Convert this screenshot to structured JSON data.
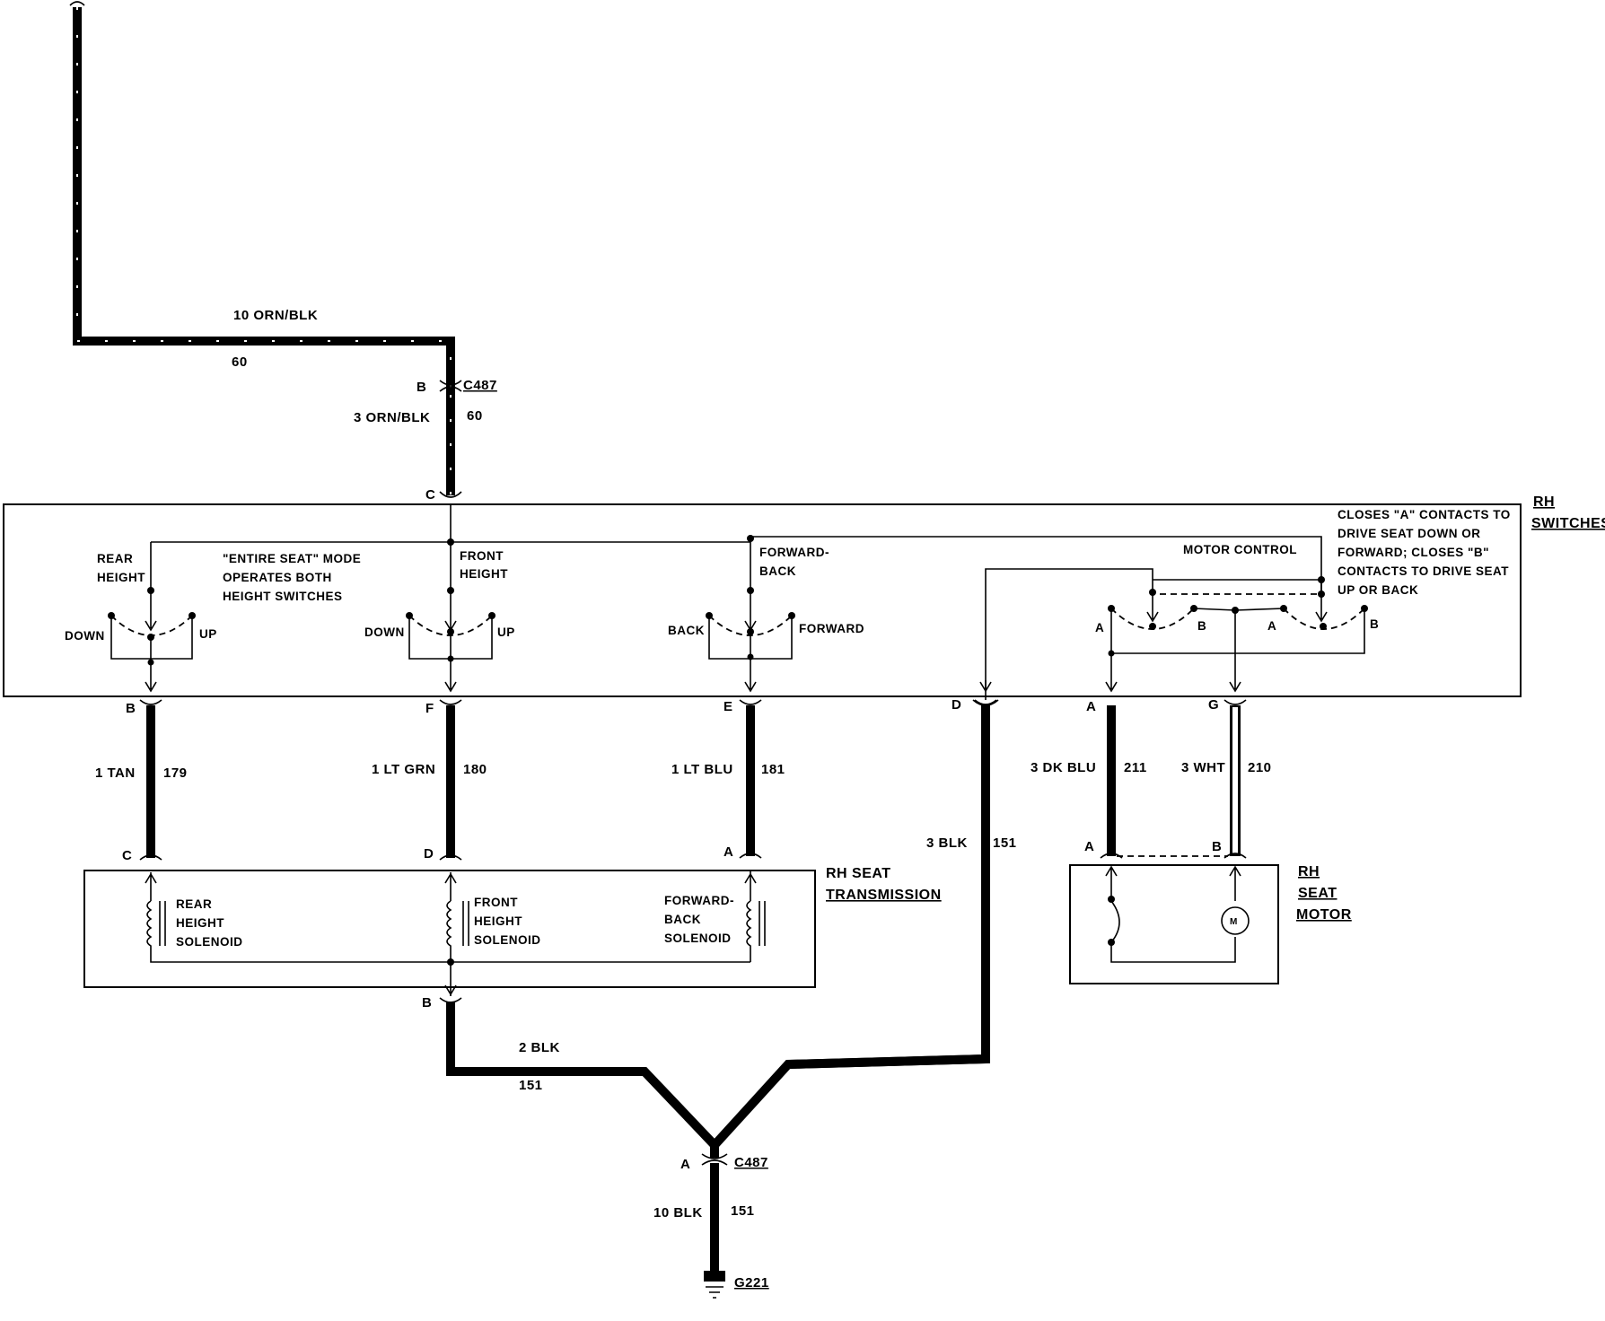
{
  "power_feed": {
    "wire": "10 ORN/BLK",
    "circuit": "60"
  },
  "connector_top": {
    "id": "C487",
    "pin": "B",
    "wire": "3 ORN/BLK",
    "circuit": "60",
    "entry_pin": "C"
  },
  "switches_box": {
    "title_line1": "RH",
    "title_line2": "SWITCHES",
    "entire_seat_line1": "\"ENTIRE SEAT\" MODE",
    "entire_seat_line2": "OPERATES BOTH",
    "entire_seat_line3": "HEIGHT SWITCHES",
    "rear_height": {
      "line1": "REAR",
      "line2": "HEIGHT",
      "down": "DOWN",
      "up": "UP"
    },
    "front_height": {
      "line1": "FRONT",
      "line2": "HEIGHT",
      "down": "DOWN",
      "up": "UP"
    },
    "forward_back": {
      "line1": "FORWARD-",
      "line2": "BACK",
      "back": "BACK",
      "forward": "FORWARD"
    },
    "motor_control": "MOTOR CONTROL",
    "note_line1": "CLOSES \"A\" CONTACTS TO",
    "note_line2": "DRIVE SEAT DOWN OR",
    "note_line3": "FORWARD; CLOSES \"B\"",
    "note_line4": "CONTACTS TO DRIVE SEAT",
    "note_line5": "UP OR BACK",
    "contact_a1": "A",
    "contact_b1": "B",
    "contact_a2": "A",
    "contact_b2": "B"
  },
  "wires": [
    {
      "pin_top": "B",
      "wire": "1 TAN",
      "circuit": "179",
      "pin_bottom": "C"
    },
    {
      "pin_top": "F",
      "wire": "1 LT GRN",
      "circuit": "180",
      "pin_bottom": "D"
    },
    {
      "pin_top": "E",
      "wire": "1 LT BLU",
      "circuit": "181",
      "pin_bottom": "A"
    },
    {
      "pin_top": "D",
      "wire": "3 BLK",
      "circuit": "151"
    },
    {
      "pin_top": "A",
      "wire": "3 DK BLU",
      "circuit": "211",
      "pin_bottom": "A"
    },
    {
      "pin_top": "G",
      "wire": "3 WHT",
      "circuit": "210",
      "pin_bottom": "B"
    }
  ],
  "transmission": {
    "title_line1": "RH SEAT",
    "title_line2": "TRANSMISSION",
    "rear": {
      "line1": "REAR",
      "line2": "HEIGHT",
      "line3": "SOLENOID"
    },
    "front": {
      "line1": "FRONT",
      "line2": "HEIGHT",
      "line3": "SOLENOID"
    },
    "fwdback": {
      "line1": "FORWARD-",
      "line2": "BACK",
      "line3": "SOLENOID"
    },
    "ground_pin": "B"
  },
  "motor": {
    "title_line1": "RH",
    "title_line2": "SEAT",
    "title_line3": "MOTOR",
    "symbol": "M"
  },
  "ground_path": {
    "wire": "2 BLK",
    "circuit": "151",
    "connector": "C487",
    "connector_pin": "A",
    "final_wire": "10 BLK",
    "final_circuit": "151",
    "ground": "G221"
  },
  "colors": {
    "ink": "#000000",
    "paper": "#ffffff"
  }
}
